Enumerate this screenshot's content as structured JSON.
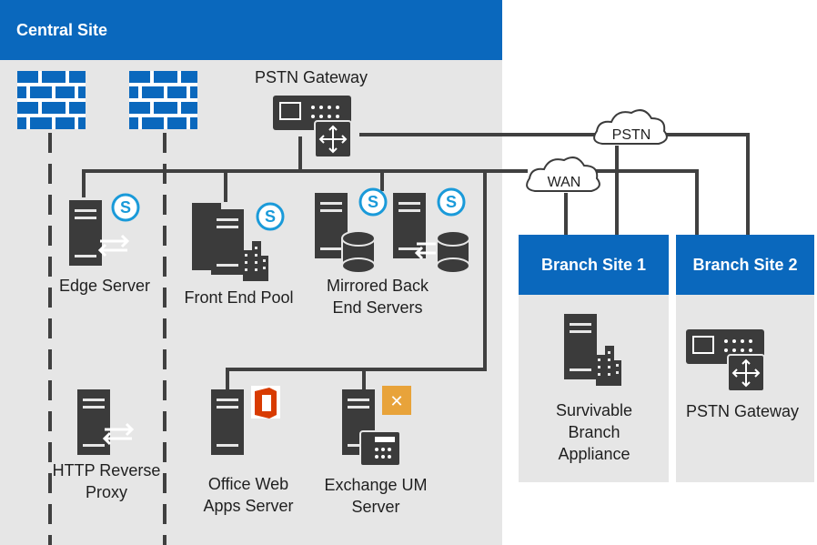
{
  "central_site": {
    "title": "Central Site"
  },
  "branch_site_1": {
    "title": "Branch Site 1"
  },
  "branch_site_2": {
    "title": "Branch Site 2"
  },
  "clouds": {
    "pstn": "PSTN",
    "wan": "WAN"
  },
  "nodes": {
    "pstn_gateway_central": "PSTN Gateway",
    "edge_server": "Edge Server",
    "front_end_pool": "Front End Pool",
    "back_end_line1": "Mirrored Back",
    "back_end_line2": "End Servers",
    "http_proxy_line1": "HTTP Reverse",
    "http_proxy_line2": "Proxy",
    "office_web_line1": "Office Web",
    "office_web_line2": "Apps Server",
    "exchange_line1": "Exchange UM",
    "exchange_line2": "Server",
    "survivable_line1": "Survivable",
    "survivable_line2": "Branch",
    "survivable_line3": "Appliance",
    "pstn_gateway_branch": "PSTN Gateway"
  },
  "colors": {
    "header_blue": "#0a68bd",
    "region_gray": "#e6e6e6",
    "icon_dark": "#3b3b3b",
    "skype_blue": "#1a9ad9",
    "office_red": "#d83b01",
    "exchange_orange": "#e8a33a",
    "line_dark": "#404040"
  },
  "icons": {
    "firewall": "brick-firewall-icon",
    "server": "server-tower-icon",
    "gateway": "pstn-gateway-icon",
    "skype": "skype-badge-icon",
    "office": "office-logo-icon",
    "exchange": "exchange-logo-icon",
    "cloud": "cloud-icon"
  }
}
